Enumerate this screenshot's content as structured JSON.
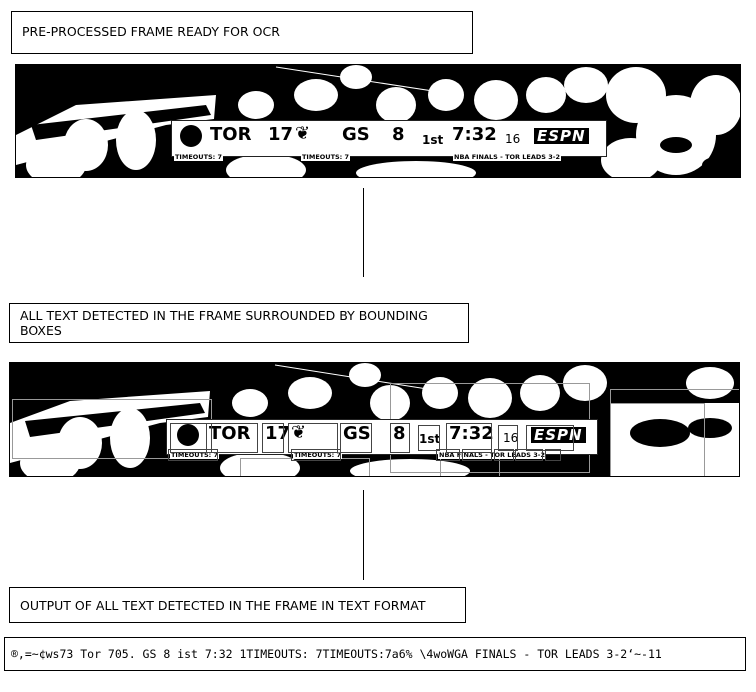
{
  "step_labels": {
    "preprocessed": "PRE-PROCESSED FRAME READY FOR OCR",
    "detected": "ALL TEXT DETECTED IN THE FRAME SURROUNDED BY BOUNDING BOXES",
    "output": "OUTPUT OF ALL TEXT DETECTED IN THE FRAME IN TEXT FORMAT"
  },
  "scorebug": {
    "team_away": "TOR",
    "score_away": "17",
    "team_home": "GS",
    "score_home": "8",
    "period": "1st",
    "clock": "7:32",
    "shot_clock": "16",
    "network": "ESPN",
    "timeouts_away": "TIMEOUTS: 7",
    "timeouts_home": "TIMEOUTS: 7",
    "series": "NBA FINALS - TOR LEADS 3-2"
  },
  "ocr_output": "®,=~¢ws73 Tor 705. GS 8 ist 7:32 1TIMEOUTS: 7TIMEOUTS:7a6% \\4woWGA FINALS - TOR LEADS 3-2‘~-11",
  "colors": {
    "ink": "#000000",
    "paper": "#ffffff"
  }
}
